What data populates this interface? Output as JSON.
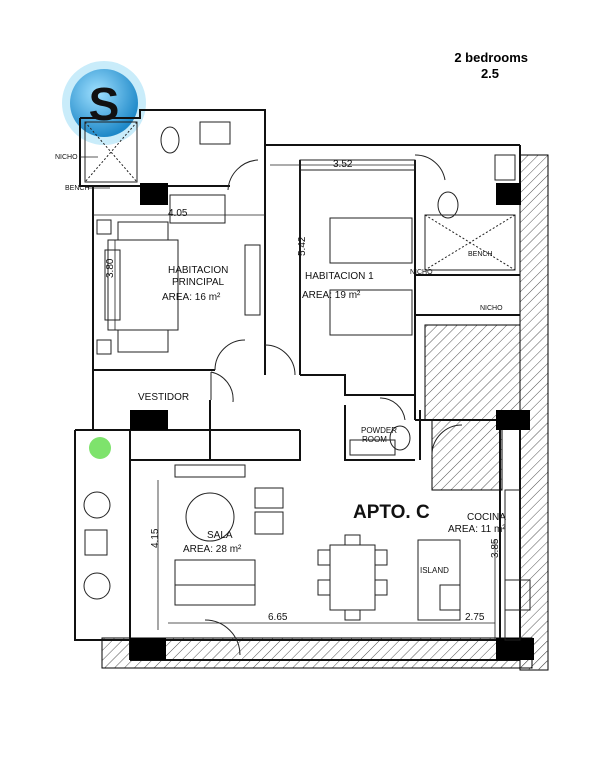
{
  "header": {
    "line1": "2 bedrooms",
    "line2": "2.5"
  },
  "logo": {
    "letter": "S",
    "colors": {
      "outer": "#5ec1ea",
      "inner": "#1e88c8"
    }
  },
  "apartment_label": "APTO. C",
  "rooms": {
    "principal": {
      "name_line1": "HABITACION",
      "name_line2": "PRINCIPAL",
      "area": "AREA: 16 m²"
    },
    "habitacion1": {
      "name": "HABITACION 1",
      "area": "AREA: 19 m²"
    },
    "sala": {
      "name": "SALA",
      "area": "AREA: 28 m²"
    },
    "cocina": {
      "name": "COCINA",
      "area": "AREA: 11 m²"
    },
    "vestidor": "VESTIDOR",
    "powder_line1": "POWDER",
    "powder_line2": "ROOM",
    "island": "ISLAND"
  },
  "notes": {
    "nicho_left": "NICHO",
    "bench_left": "BENCH",
    "nicho_right": "NICHO",
    "bench_right": "BENCH"
  },
  "dimensions": {
    "d405": "4.05",
    "d380": "3.80",
    "d352": "3.52",
    "d542": "5.42",
    "d415": "4.15",
    "d665": "6.65",
    "d275": "2.75",
    "d385": "3.85"
  },
  "colors": {
    "wall": "#000000",
    "line": "#222222",
    "hatch": "#555555",
    "plant": "#7ee36c"
  }
}
